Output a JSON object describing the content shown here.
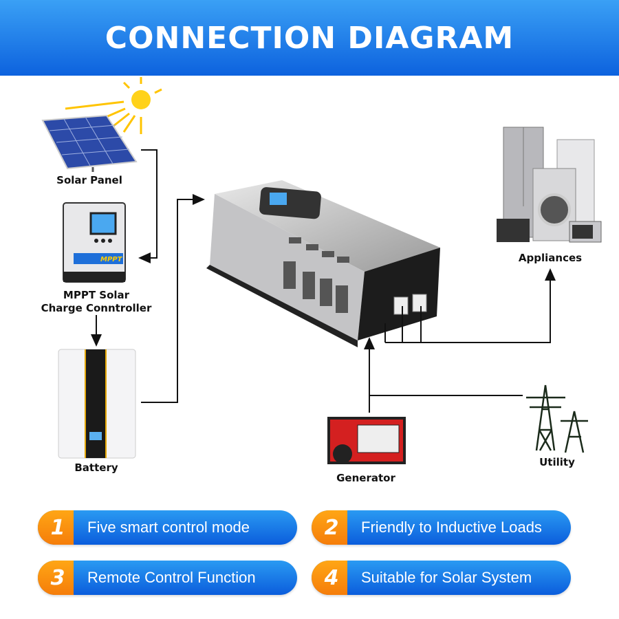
{
  "header": {
    "title": "CONNECTION DIAGRAM"
  },
  "components": {
    "solar_panel": "Solar Panel",
    "controller_line1": "MPPT Solar",
    "controller_line2": "Charge Conntroller",
    "battery": "Battery",
    "appliances": "Appliances",
    "generator": "Generator",
    "utility": "Utility"
  },
  "features": [
    {
      "number": "1",
      "label": "Five smart control mode"
    },
    {
      "number": "2",
      "label": "Friendly to Inductive Loads"
    },
    {
      "number": "3",
      "label": "Remote Control Function"
    },
    {
      "number": "4",
      "label": "Suitable for Solar System"
    }
  ],
  "colors": {
    "header_blue": "#1a7ae8",
    "pill_blue": "#1a7ae8",
    "pill_orange": "#f78e0e"
  }
}
